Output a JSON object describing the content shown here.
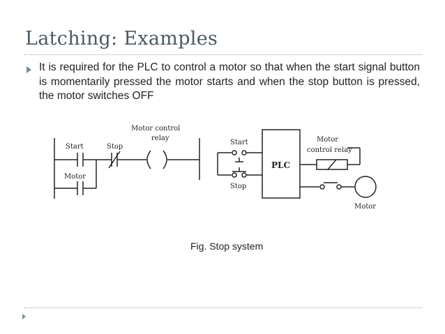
{
  "slide": {
    "title": "Latching: Examples",
    "bullet": "It is required for the PLC to control a motor so that when the start signal button is momentarily pressed the motor starts and when the stop button is pressed, the motor switches OFF",
    "caption": "Fig. Stop system"
  },
  "ladder": {
    "start_label": "Start",
    "stop_label": "Stop",
    "relay_label_line1": "Motor control",
    "relay_label_line2": "relay",
    "motor_label": "Motor"
  },
  "wiring": {
    "start_label": "Start",
    "stop_label": "Stop",
    "plc_label": "PLC",
    "relay_label_line1": "Motor",
    "relay_label_line2": "control relay",
    "motor_label": "Motor"
  },
  "colors": {
    "title": "#4c5963",
    "rule": "#9aa5ac",
    "accent": "#7a8e9a"
  }
}
